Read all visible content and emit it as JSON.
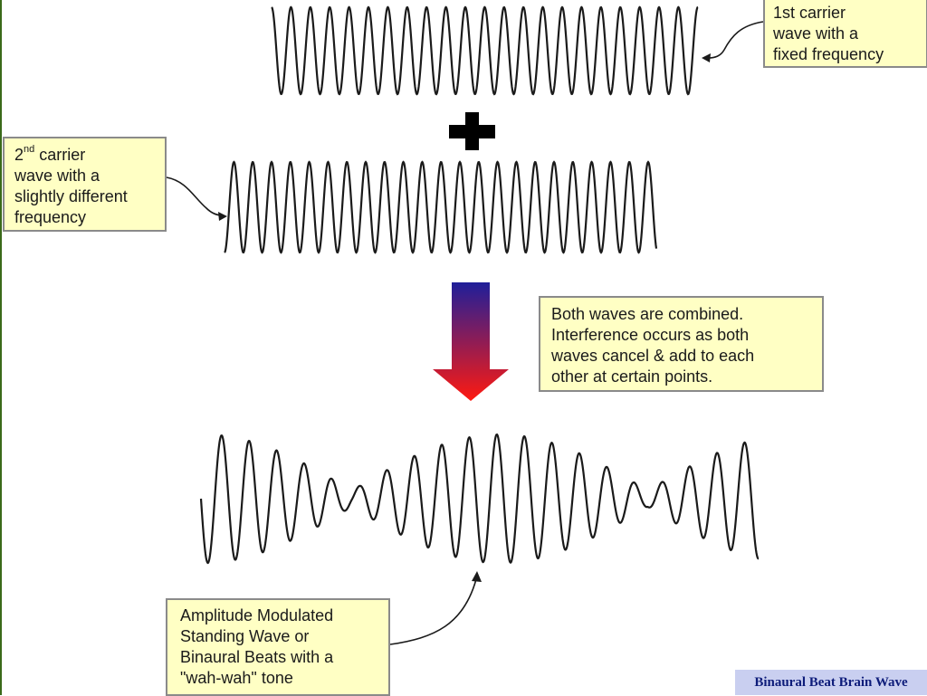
{
  "callouts": {
    "first": {
      "line1": "1st carrier",
      "line2": "wave with a",
      "line3": "fixed frequency"
    },
    "second": {
      "line1_main": "2",
      "line1_sup": "nd",
      "line1_rest": " carrier",
      "line2": "wave with a",
      "line3": "slightly different",
      "line4": "frequency"
    },
    "combined": {
      "line1": "Both waves are combined.",
      "line2": "Interference occurs as both",
      "line3": "waves cancel & add to each",
      "line4": "other at certain points."
    },
    "result": {
      "line1": "Amplitude Modulated",
      "line2": "Standing Wave or",
      "line3": "Binaural Beats with a",
      "line4": "\"wah-wah\" tone"
    }
  },
  "footer": {
    "label": "Binaural Beat Brain Wave"
  },
  "colors": {
    "callout_fill": "#ffffc4",
    "callout_border": "#8a8a8a",
    "wave_stroke": "#1a1a1a",
    "arrow_top": "#1f1f9a",
    "arrow_bottom": "#ff1a10",
    "footer_fill": "#c9cff0",
    "footer_text": "#0d1c7a",
    "left_edge": "#3a6a1a"
  },
  "icons": {
    "plus": "plus-icon",
    "arrow": "arrow-down-icon"
  }
}
